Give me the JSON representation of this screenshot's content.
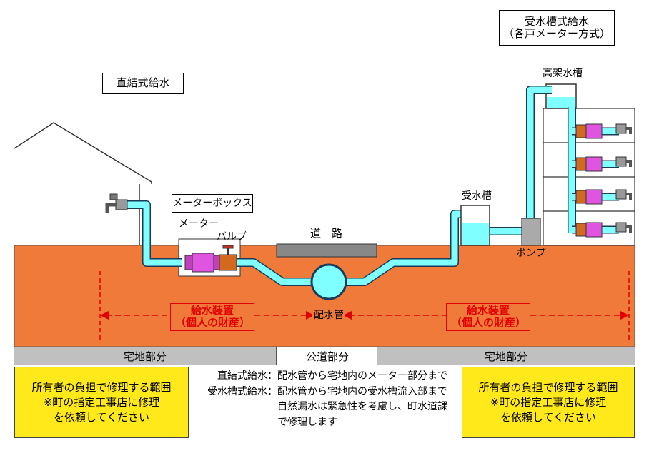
{
  "titles": {
    "direct": "直結式給水",
    "tank_line1": "受水槽式給水",
    "tank_line2": "（各戸メーター方式）"
  },
  "labels": {
    "meter_box": "メーターボックス",
    "meter": "メーター",
    "valve": "バルブ",
    "road": "道　路",
    "main_pipe": "配水管",
    "receiving_tank": "受水槽",
    "elevated_tank": "高架水槽",
    "pump": "ポンプ"
  },
  "ownership": {
    "left_line1": "給水装置",
    "left_line2": "（個人の財産）",
    "right_line1": "給水装置",
    "right_line2": "（個人の財産）"
  },
  "sections": {
    "left": "宅地部分",
    "center": "公道部分",
    "right": "宅地部分"
  },
  "notes": {
    "left": [
      "所有者の負担で修理する範囲",
      "※町の指定工事店に修理",
      "を依頼してください"
    ],
    "right": [
      "所有者の負担で修理する範囲",
      "※町の指定工事店に修理",
      "を依頼してください"
    ],
    "middle": {
      "row1_label": "直結式給水：",
      "row1_text": "配水管から宅地内のメーター部分まで",
      "row2_label": "受水槽式給水：",
      "row2_text": "配水管から宅地内の受水槽流入部まで",
      "row3_text": "自然漏水は緊急性を考慮し、町水道課",
      "row4_text": "で修理します"
    }
  },
  "colors": {
    "ground": "#f07a3a",
    "water": "#7fffff",
    "pipe_outline": "#1a3a5a",
    "highlight": "#ffe91a",
    "section_bar": "#c0c0c0",
    "arrow": "#e00000",
    "meter": "#e055e0",
    "valve": "#d2691e"
  }
}
